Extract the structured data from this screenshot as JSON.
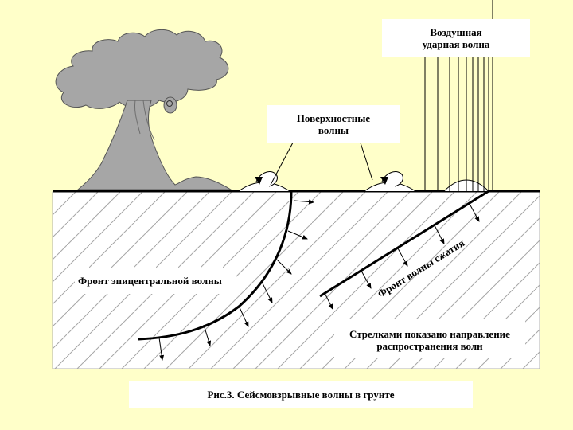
{
  "labels": {
    "air_wave_line1": "Воздушная",
    "air_wave_line2": "ударная волна",
    "surface_waves_line1": "Поверхностные",
    "surface_waves_line2": "волны",
    "epicentral_front": "Фронт эпицентральной волны",
    "compression_front": "Фронт волны сжатия",
    "arrows_note_line1": "Стрелками показано направление",
    "arrows_note_line2": "распространения волн",
    "caption": "Рис.3. Сейсмовзрывные волны в грунте"
  },
  "colors": {
    "background": "#ffffc9",
    "ground_fill": "#ffffff",
    "hatch": "#a6a6a6",
    "cloud": "#a6a6a6",
    "line": "#000000"
  }
}
